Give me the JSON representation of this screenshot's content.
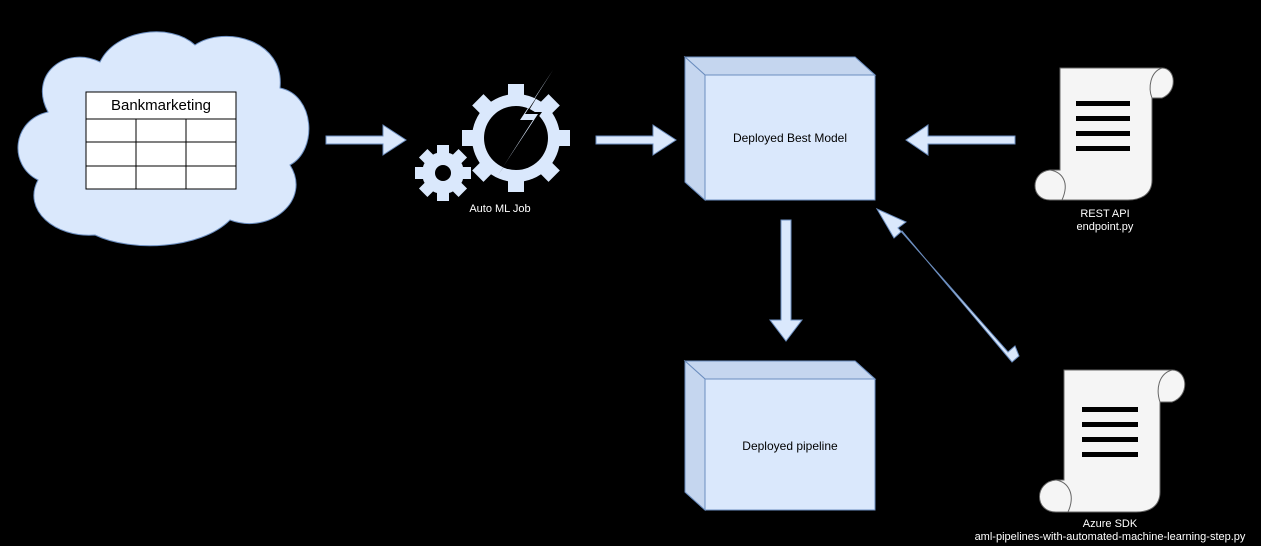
{
  "colors": {
    "background": "#000000",
    "shape_fill": "#dae8fc",
    "shape_stroke": "#6c8ebf",
    "doc_fill": "#f5f5f5",
    "doc_stroke": "#666666",
    "label_text": "#ffffff"
  },
  "nodes": {
    "dataset": {
      "title": "Bankmarketing",
      "icon": "cloud-icon",
      "table_rows": 3,
      "table_cols": 3
    },
    "automl": {
      "label": "Auto ML Job",
      "icon": "gear-lightning-icon"
    },
    "best_model": {
      "label": "Deployed Best Model"
    },
    "pipeline": {
      "label": "Deployed pipeline"
    },
    "rest_api": {
      "label_line1": "REST API",
      "label_line2": "endpoint.py",
      "icon": "script-icon"
    },
    "azure_sdk": {
      "label_line1": "Azure SDK",
      "label_line2": "aml-pipelines-with-automated-machine-learning-step.py",
      "icon": "script-icon"
    }
  },
  "edges": [
    {
      "from": "dataset",
      "to": "automl"
    },
    {
      "from": "automl",
      "to": "best_model"
    },
    {
      "from": "rest_api",
      "to": "best_model"
    },
    {
      "from": "best_model",
      "to": "pipeline"
    },
    {
      "from": "azure_sdk",
      "to": "best_model"
    }
  ]
}
